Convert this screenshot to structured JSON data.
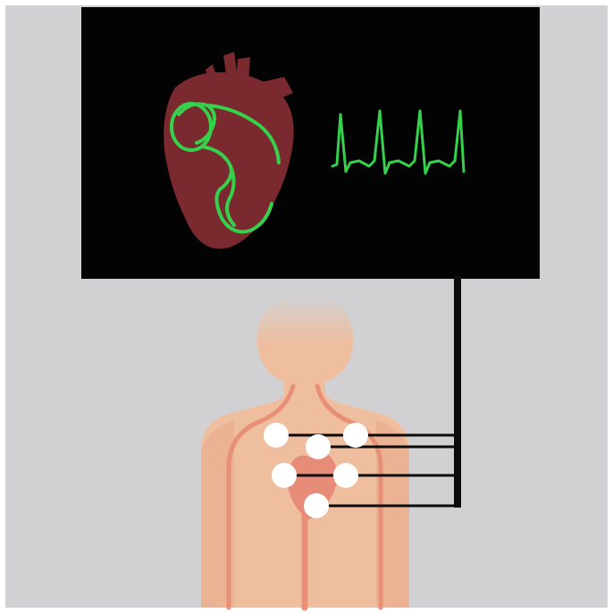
{
  "illustration": {
    "subject": "ecg-monitoring",
    "electrode_count": 6,
    "waveform_peaks": 4,
    "colors": {
      "page_border": "#ffffff",
      "background": "#d1d1d3",
      "monitor_screen": "#040304",
      "heart": "#7a2a2e",
      "conduction_trace": "#35d14d",
      "ecg_trace": "#35d14d",
      "skin": "#efbe9e",
      "skin_shadow": "#e7a68b",
      "vessel": "#e88f77",
      "electrode": "#ffffff",
      "cable": "#0a0a0a"
    },
    "icons": {
      "heart": "heart-icon",
      "waveform": "ecg-waveform-icon",
      "body": "human-figure-icon",
      "electrode": "electrode-icon"
    }
  }
}
